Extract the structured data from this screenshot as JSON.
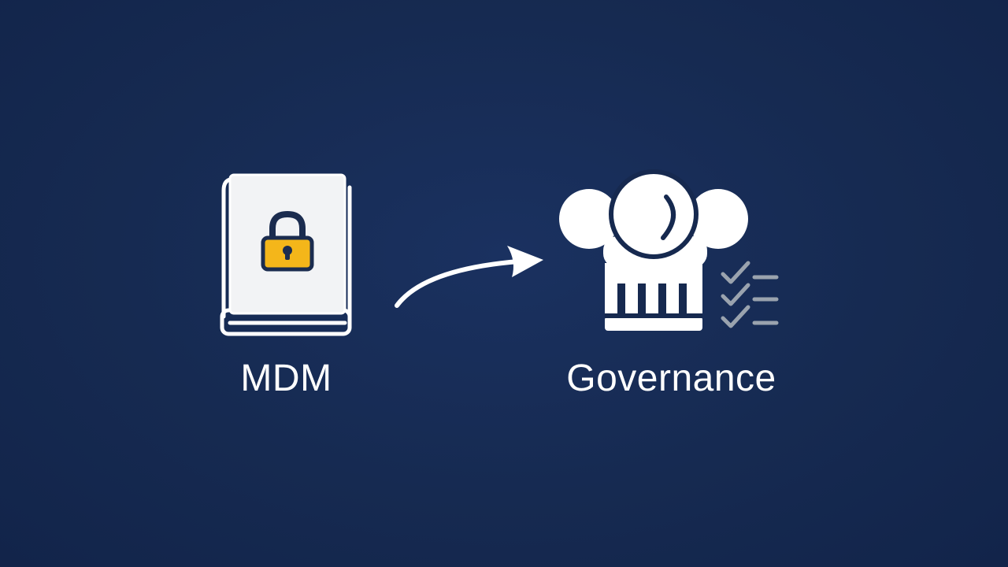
{
  "diagram": {
    "source_node": {
      "label": "MDM",
      "icon": "locked-book-icon"
    },
    "target_node": {
      "label": "Governance",
      "icon": "chef-hat-icon",
      "badge_icon": "checklist-icon"
    },
    "connector": {
      "icon": "curved-arrow-icon",
      "direction": "left-to-right"
    }
  },
  "colors": {
    "background": "#16294f",
    "foreground": "#ffffff",
    "lock_body": "#f4b61a",
    "checklist": "#9aa3ae"
  }
}
